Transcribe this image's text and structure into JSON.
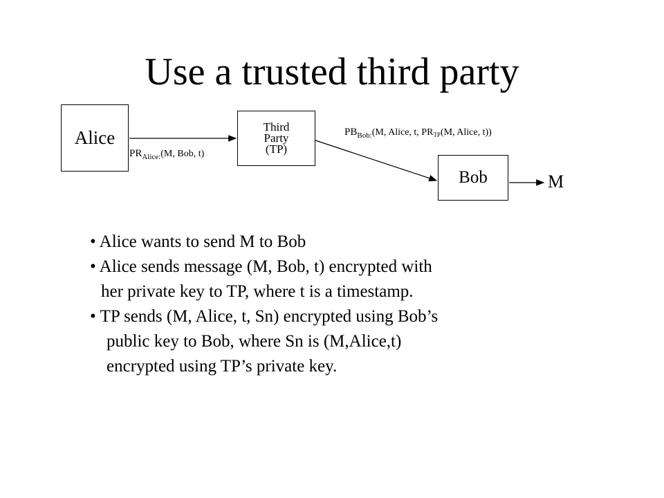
{
  "title": "Use a trusted third party",
  "diagram": {
    "alice_label": "Alice",
    "tp_lines": [
      "Third",
      "Party",
      "(TP)"
    ],
    "bob_label": "Bob",
    "output_label": "M",
    "edge_alice_tp": {
      "prefix": "PR",
      "sub": "Alice:",
      "body": "(M, Bob, t)"
    },
    "edge_tp_bob": {
      "prefix": "PB",
      "sub": "Bob:",
      "body1": "(M, Alice, t, PR",
      "sub2": "TP",
      "body2": "(M, Alice, t))"
    }
  },
  "bullets": [
    {
      "bullet": "•",
      "lines": [
        "Alice wants to send M to Bob"
      ]
    },
    {
      "bullet": "•",
      "lines": [
        "Alice sends message (M, Bob, t) encrypted with",
        "her private key to TP, where t is a timestamp."
      ]
    },
    {
      "bullet": "•",
      "lines": [
        "TP sends (M, Alice, t, Sn) encrypted using Bob’s",
        "public key to Bob, where Sn is (M,Alice,t)",
        "encrypted using TP’s private key."
      ]
    }
  ]
}
